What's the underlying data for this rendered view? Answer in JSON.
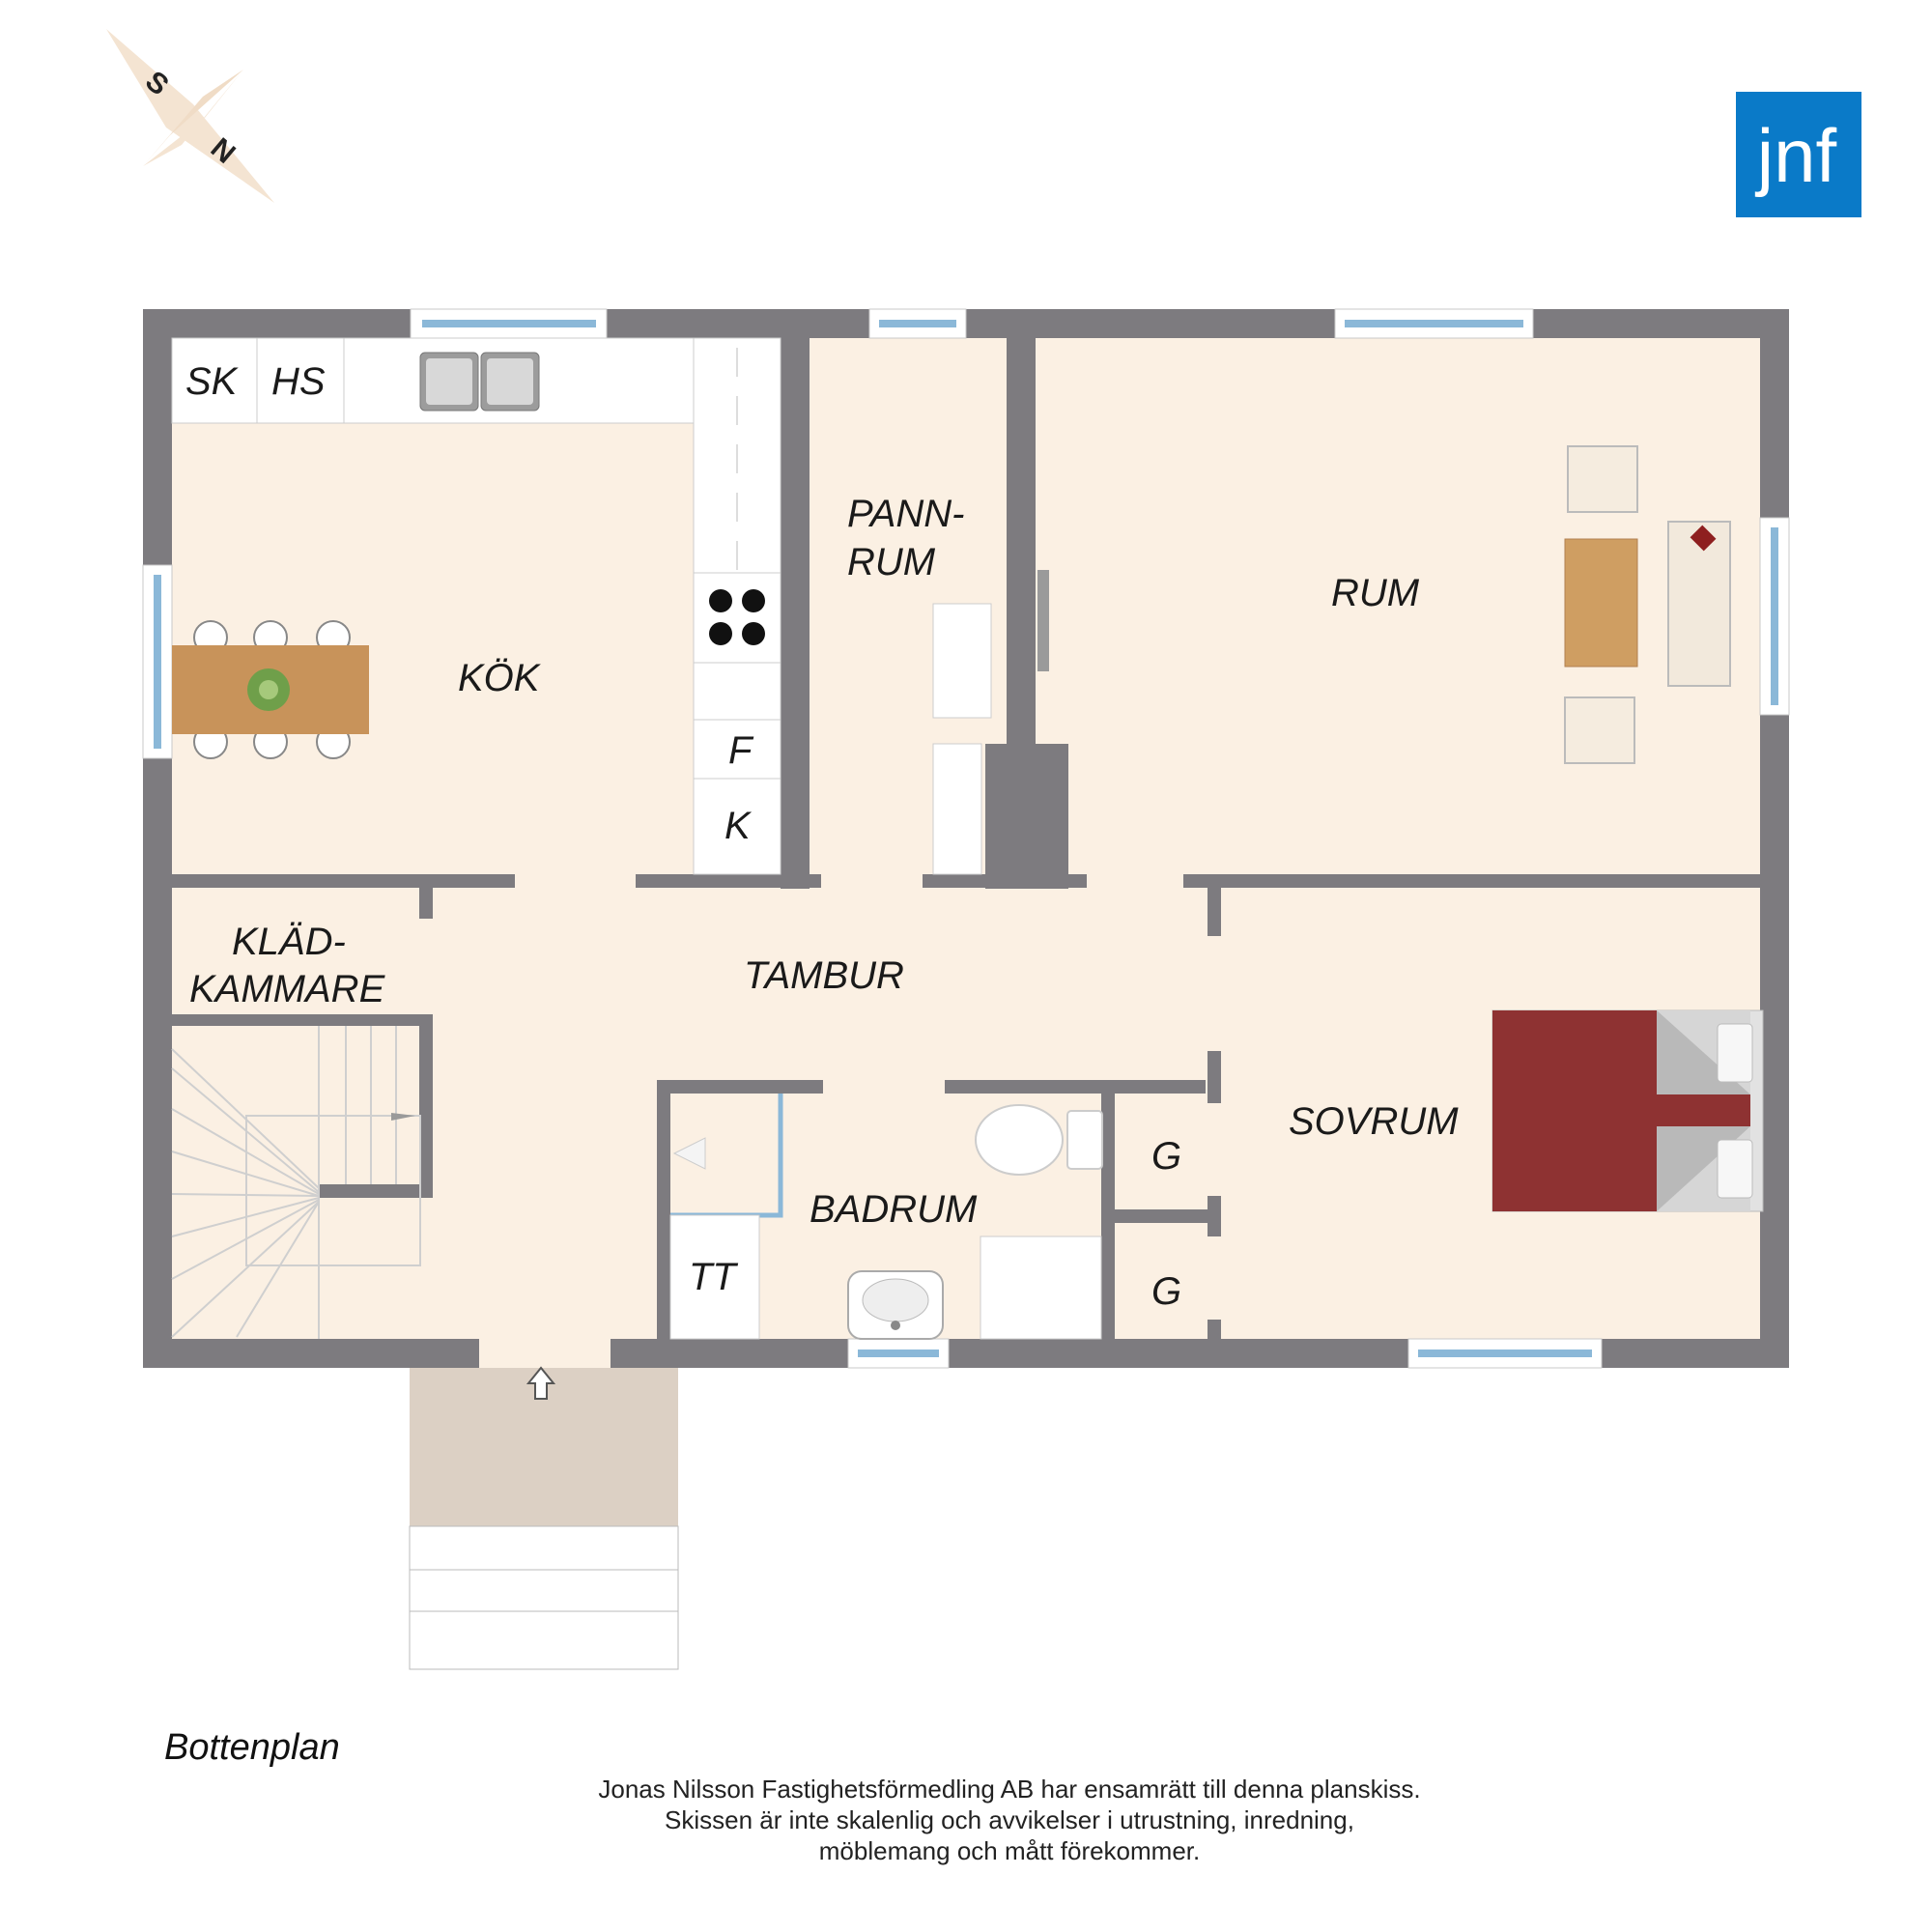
{
  "logo": {
    "text": "jnf",
    "color": "#0a7ac8"
  },
  "compass": {
    "s_label": "S",
    "n_label": "N",
    "color": "#f4e4d2"
  },
  "colors": {
    "wall": "#7d7b7f",
    "floor": "#fbf0e3",
    "window": "#8bb8d8",
    "porch": "#dcd0c4",
    "bed": "#8e3232",
    "table": "#c8935a"
  },
  "rooms": {
    "kok": "KÖK",
    "pannrum_line1": "PANN-",
    "pannrum_line2": "RUM",
    "rum": "RUM",
    "kladkammare_line1": "KLÄD-",
    "kladkammare_line2": "KAMMARE",
    "tambur": "TAMBUR",
    "badrum": "BADRUM",
    "sovrum": "SOVRUM"
  },
  "fixtures": {
    "sk": "SK",
    "hs": "HS",
    "f": "F",
    "k": "K",
    "tt": "TT",
    "g1": "G",
    "g2": "G"
  },
  "title": "Bottenplan",
  "disclaimer": [
    "Jonas Nilsson Fastighetsförmedling AB har ensamrätt till denna planskiss.",
    "Skissen är inte skalenlig och avvikelser i utrustning, inredning,",
    "möblemang och mått förekommer."
  ]
}
